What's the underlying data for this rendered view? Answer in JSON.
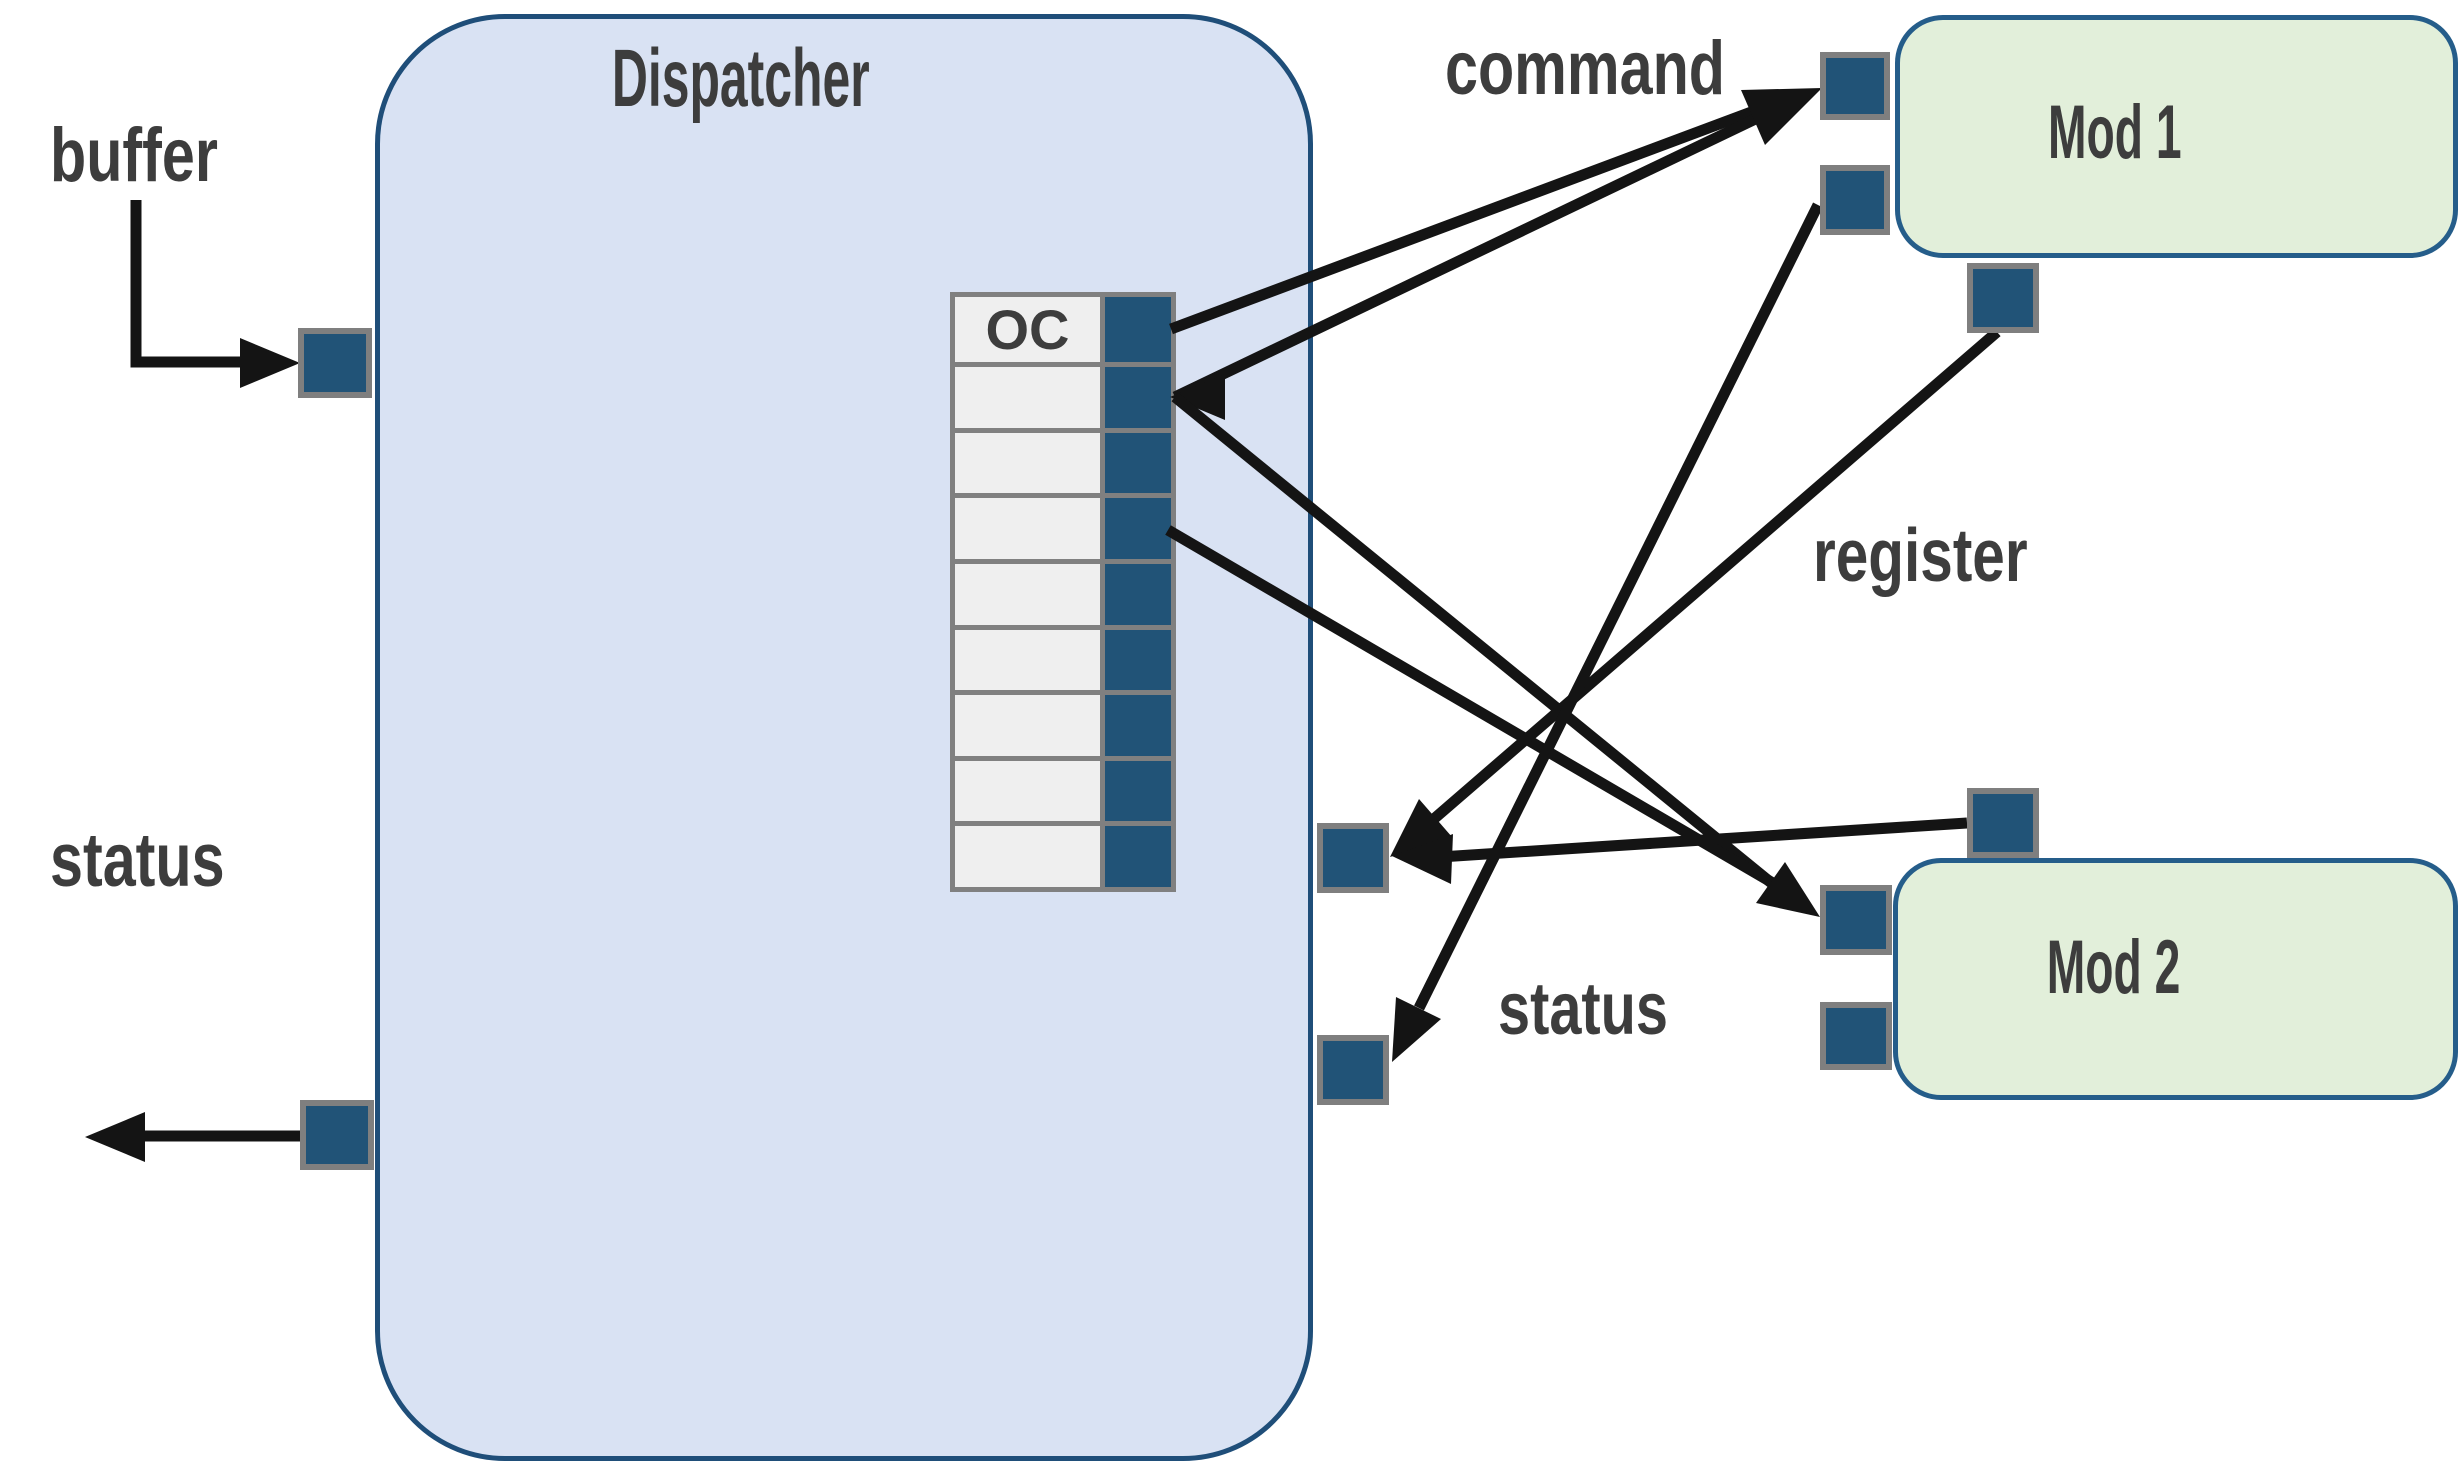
{
  "diagram": {
    "dispatcher": {
      "title": "Dispatcher"
    },
    "mod1": {
      "title": "Mod 1"
    },
    "mod2": {
      "title": "Mod 2"
    },
    "oc_table": {
      "header": "OC",
      "row_count": 9
    },
    "labels": {
      "buffer": "buffer",
      "status_left": "status",
      "command": "command",
      "register": "register",
      "status_mid": "status"
    },
    "colors": {
      "dispatcher_fill": "#d9e2f3",
      "module_fill": "#e2efda",
      "box_border": "#1f4e79",
      "port_fill": "#215377",
      "port_border": "#7f7f7f",
      "table_grid": "#808080",
      "table_cell": "#efefef",
      "arrow": "#141414",
      "text": "#3d3d3d"
    },
    "edges": [
      {
        "from": "oc-table-row-1",
        "to": "mod1-left-port-1",
        "label": "command"
      },
      {
        "from": "oc-table-row-2",
        "to": "mod1-left-port-1",
        "label": "command"
      },
      {
        "from": "oc-table-row-2",
        "to": "mod2-left-port-1",
        "arrowheads": "both"
      },
      {
        "from": "oc-table-row-4",
        "to": "mod2-left-port-1"
      },
      {
        "from": "mod1-bottom-port",
        "to": "dispatcher-right-port-1",
        "label": "register"
      },
      {
        "from": "mod2-top-port",
        "to": "dispatcher-right-port-1",
        "label": "register"
      },
      {
        "from": "mod1-left-port-2",
        "to": "dispatcher-right-port-2",
        "label": "status"
      },
      {
        "from": "buffer-label",
        "to": "dispatcher-left-port-buffer",
        "label": "buffer"
      },
      {
        "from": "dispatcher-left-port-status",
        "to": "outside-left",
        "label": "status"
      }
    ]
  }
}
